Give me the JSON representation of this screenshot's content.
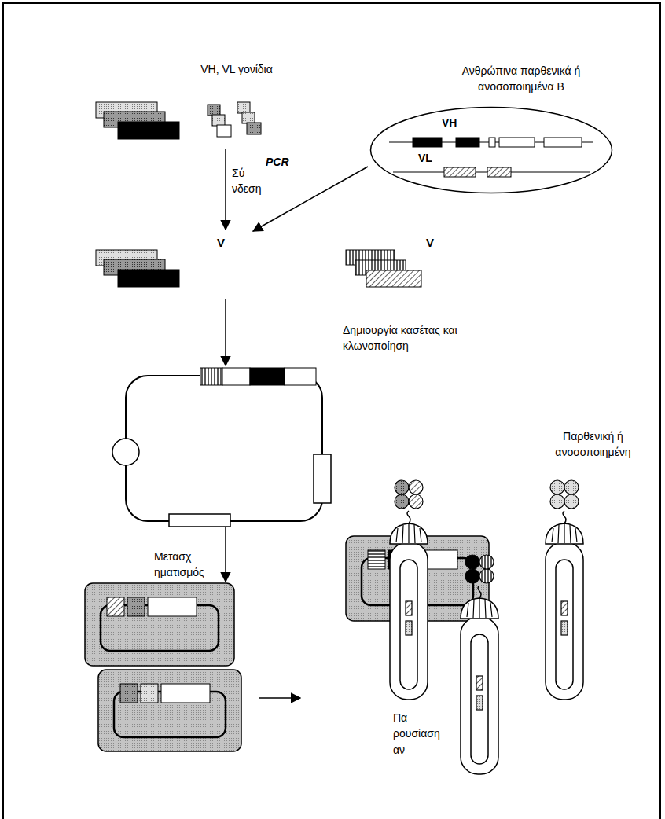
{
  "diagram": {
    "nodes": [
      {
        "text": [
          "VH",
          "VL"
        ]
      }
    ],
    "labels": [
      "VH, VL γονίδια",
      "Ανθρώπινα παρθενικά ή ανοσοποιημένα Β",
      "Σύ νδεση",
      "PCR",
      "V",
      "V",
      "Δημιουργία κασέτας και κλωνοποίηση",
      "Παρθενική ή ανοσοποιημένη",
      "Μετασχ ηματισμός",
      "Πα ρουσίαση αν"
    ]
  }
}
